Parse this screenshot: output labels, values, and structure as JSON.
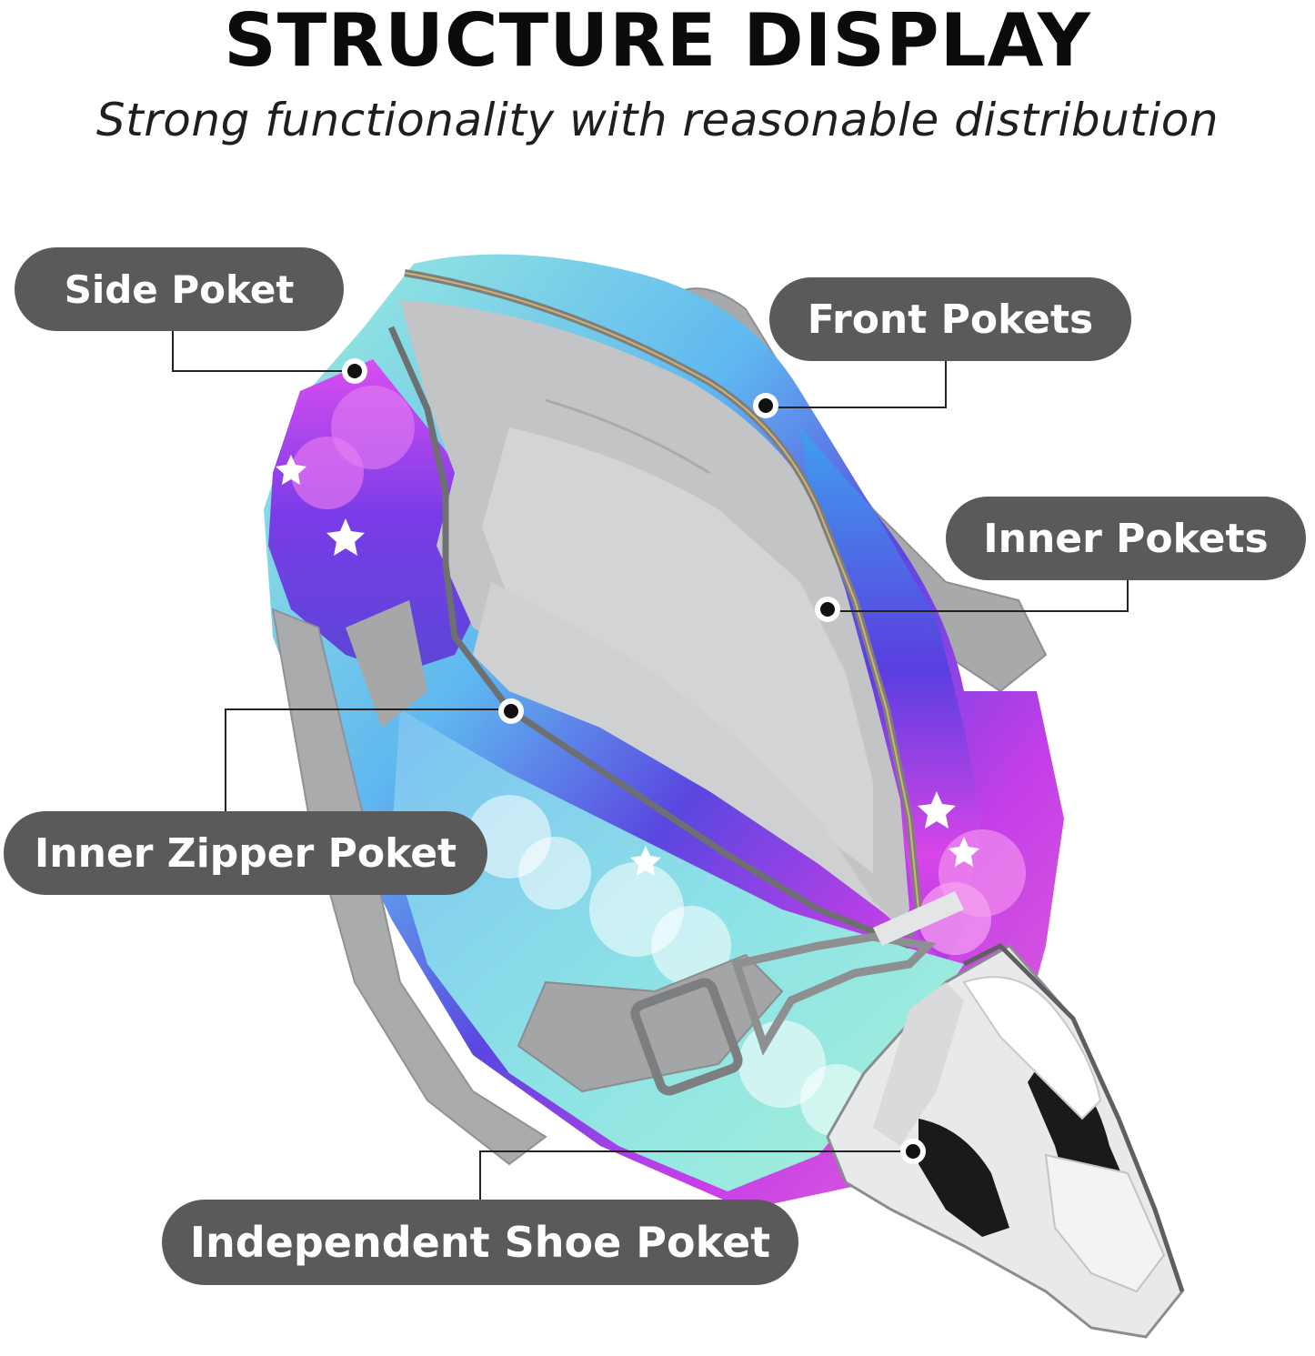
{
  "header": {
    "title": "STRUCTURE DISPLAY",
    "subtitle": "Strong functionality with reasonable distribution"
  },
  "labels": {
    "side_pocket": "Side Poket",
    "front_pockets": "Front Pokets",
    "inner_pockets": "Inner Pokets",
    "inner_zipper_pocket": "Inner Zipper Poket",
    "shoe_pocket": "Independent Shoe Poket"
  },
  "colors": {
    "label_bg": "#5a5a5a",
    "label_text": "#ffffff",
    "callout_line": "#222222",
    "bag_lining": "#bfc0c2",
    "strap": "#a9abad",
    "cloud_purple": "#c23bea",
    "cloud_blue": "#4aa8ee",
    "cloud_mint": "#8fe8d4"
  }
}
